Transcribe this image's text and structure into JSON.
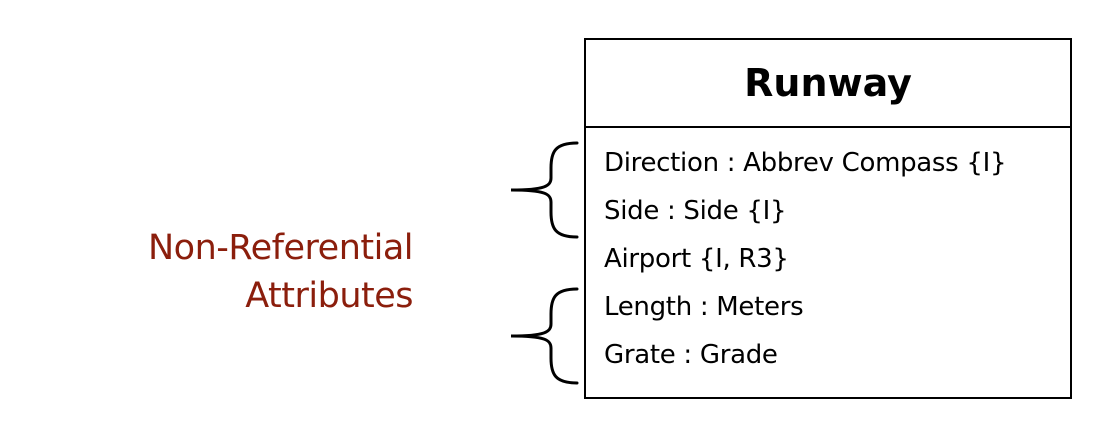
{
  "caption": {
    "line1": "Non-Referential",
    "line2": "Attributes"
  },
  "class": {
    "name": "Runway",
    "attributes": [
      "Direction : Abbrev Compass {I}",
      "Side : Side {I}",
      "Airport {I, R3}",
      "Length : Meters",
      "Grate : Grade"
    ]
  },
  "colors": {
    "caption": "#8b1e0c",
    "line": "#000000"
  }
}
